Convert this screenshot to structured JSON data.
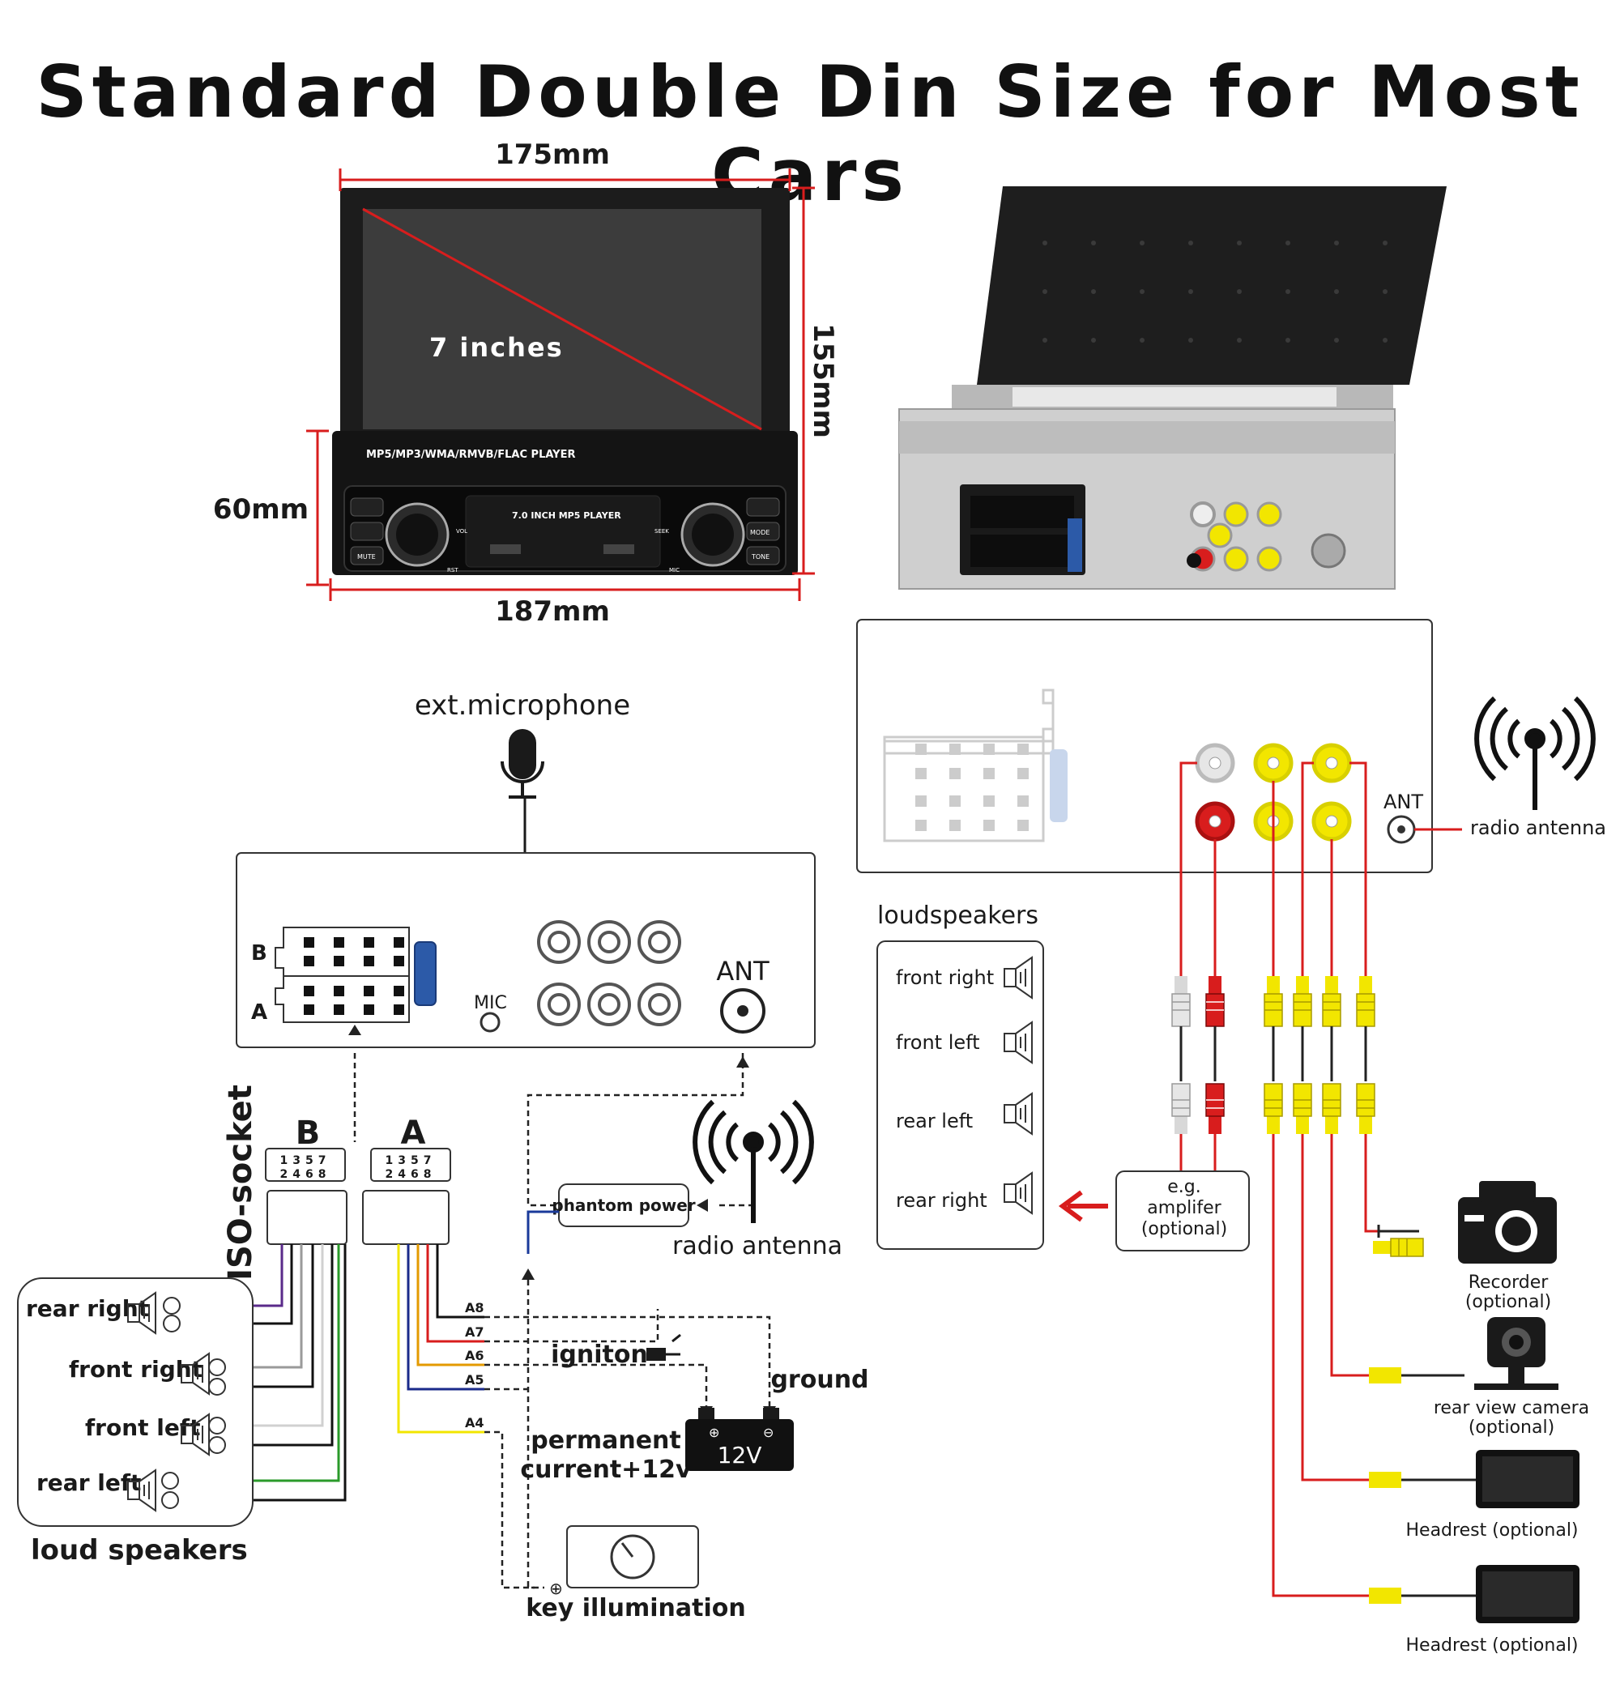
{
  "title": "Standard Double Din Size for Most Cars",
  "dimensions": {
    "top_width": "175mm",
    "height": "155mm",
    "depth": "60mm",
    "bottom_width": "187mm",
    "screen_size": "7 inches",
    "player_label": "MP5/MP3/WMA/RMVB/FLAC PLAYER",
    "center_label": "7.0 INCH MP5 PLAYER",
    "buttons": {
      "vol": "VOL",
      "mute": "MUTE",
      "rst": "RST",
      "seek": "SEEK",
      "mode": "MODE",
      "tone": "TONE",
      "mic": "MIC"
    }
  },
  "wiring": {
    "ext_mic": "ext.microphone",
    "mic": "MIC",
    "ant": "ANT",
    "socket_b": "B",
    "socket_a": "A",
    "iso_socket": "ISO-socket",
    "pin_row_top": "1357",
    "pin_row_bottom": "2468",
    "phantom_power": "phantom power",
    "radio_antenna": "radio antenna",
    "pins": [
      "A8",
      "A7",
      "A6",
      "A5",
      "A4"
    ],
    "igniton": "igniton",
    "ground": "ground",
    "permanent_1": "permanent",
    "permanent_2": "current+12v",
    "battery": "12V",
    "key_illumination": "key illumination",
    "speaker_labels": [
      "rear right",
      "front right",
      "front left",
      "rear left"
    ],
    "loud_speakers": "loud speakers"
  },
  "rear_panel": {
    "ant": "ANT",
    "radio_antenna": "radio antenna",
    "loudspeakers_title": "loudspeakers",
    "loudspeakers": [
      "front right",
      "front left",
      "rear left",
      "rear right"
    ],
    "amplifier": [
      "e.g.",
      "amplifer",
      "(optional)"
    ],
    "recorder": [
      "Recorder",
      "(optional)"
    ],
    "rear_camera": [
      "rear view camera",
      "(optional)"
    ],
    "headrest_1": "Headrest (optional)",
    "headrest_2": "Headrest (optional)"
  },
  "colors": {
    "red": "#d81d1d",
    "yellow": "#f2e600",
    "blue_tab": "#2c5aa8",
    "dark": "#1a1a1a"
  }
}
